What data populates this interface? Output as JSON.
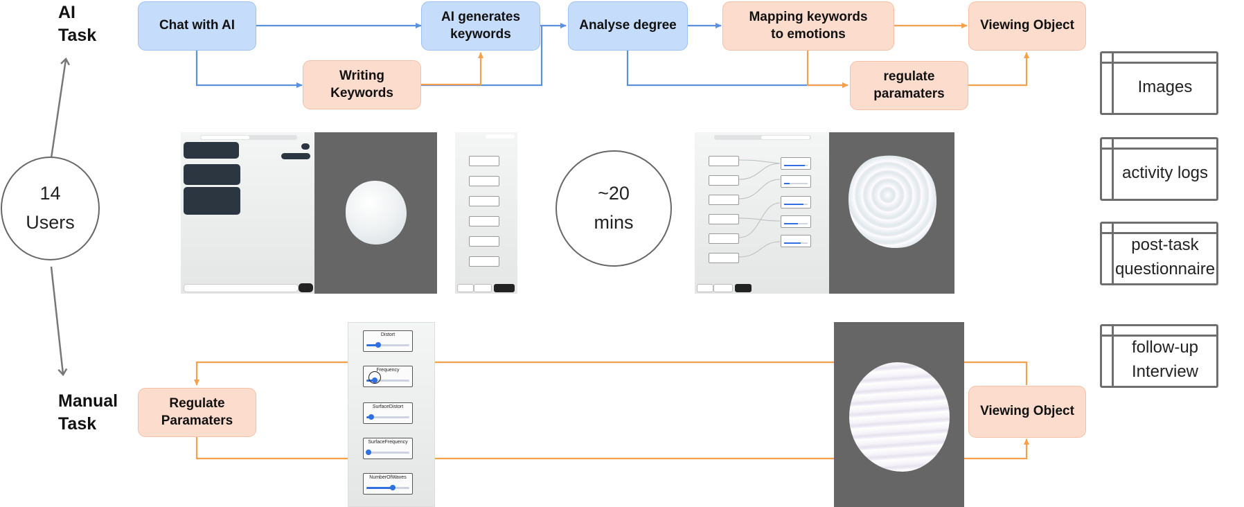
{
  "labels": {
    "ai_task": "AI\nTask",
    "manual_task": "Manual\nTask"
  },
  "users": "14\nUsers",
  "duration": "~20\nmins",
  "ai_flow": {
    "chat": "Chat with AI",
    "writing": "Writing\nKeywords",
    "ai_generates": "AI generates\nkeywords",
    "analyse": "Analyse degree",
    "mapping": "Mapping keywords\nto emotions",
    "regulate": "regulate\nparamaters",
    "viewing": "Viewing Object"
  },
  "manual_flow": {
    "regulate": "Regulate\nParamaters",
    "viewing": "Viewing Object"
  },
  "outputs": [
    "Images",
    "activity logs",
    "post-task\nquestionnaire",
    "follow-up\nInterview"
  ],
  "sliders": [
    {
      "label": "Distort",
      "level": 0.28
    },
    {
      "label": "Frequency",
      "level": 0.2
    },
    {
      "label": "SurfaceDistort",
      "level": 0.12
    },
    {
      "label": "SurfaceFrequency",
      "level": 0.0
    },
    {
      "label": "NumberOfWaves",
      "level": 0.62
    }
  ],
  "colors": {
    "blue_fill": "#c5dcfb",
    "blue_arrow": "#5b8fe0",
    "peach_fill": "#fcdccd",
    "orange_arrow": "#f5a04b",
    "gray": "#6e6e6e"
  },
  "icons": [
    "hand-cursor-icon"
  ]
}
